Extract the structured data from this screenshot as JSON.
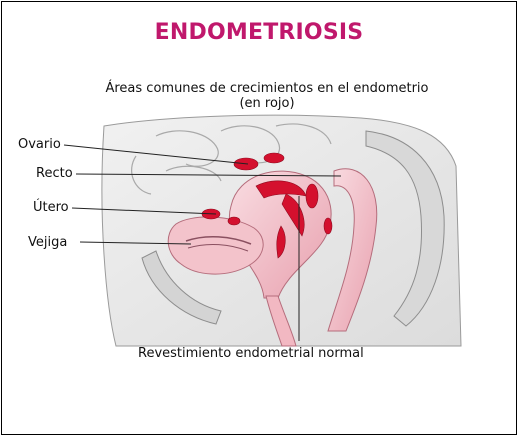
{
  "title": "ENDOMETRIOSIS",
  "figure": {
    "caption_line1": "Áreas comunes de crecimientos en el endometrio",
    "caption_line2": "(en rojo)",
    "labels": {
      "ovario": "Ovario",
      "recto": "Recto",
      "utero": "Útero",
      "vejiga": "Vejiga"
    },
    "bottom_caption": "Revestimiento endometrial normal"
  },
  "colors": {
    "title": "#c0186c",
    "tissue_pink": "#f2b8c2",
    "tissue_light": "#f8d8dd",
    "endometriosis_red": "#d4102e",
    "bone_gray": "#cfcfcf",
    "outline": "#6a6a6a"
  }
}
